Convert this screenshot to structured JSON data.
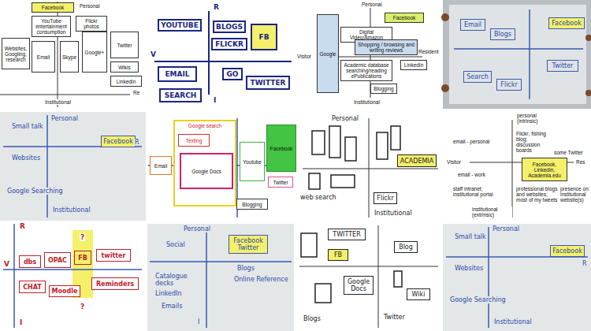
{
  "diagram": {
    "nodes": [
      {
        "text": [
          "Facebook"
        ]
      },
      {
        "text": [
          "YouTube entertainment consumption"
        ]
      },
      {
        "text": [
          "Flickr photos"
        ]
      },
      {
        "text": [
          "Websites, Googling, research"
        ]
      },
      {
        "text": [
          "Email"
        ]
      },
      {
        "text": [
          "Skype"
        ]
      },
      {
        "text": [
          "Google+"
        ]
      },
      {
        "text": [
          "Twitter"
        ]
      },
      {
        "text": [
          "Wikis"
        ]
      },
      {
        "text": [
          "LinkedIn"
        ]
      },
      {
        "text": [
          "YOUTUBE"
        ]
      },
      {
        "text": [
          "BLOGS"
        ]
      },
      {
        "text": [
          "FLICKR"
        ]
      },
      {
        "text": [
          "FB"
        ]
      },
      {
        "text": [
          "GO"
        ]
      },
      {
        "text": [
          "EMAIL"
        ]
      },
      {
        "text": [
          "TWITTER"
        ]
      },
      {
        "text": [
          "SEARCH"
        ]
      },
      {
        "text": [
          "Google"
        ]
      },
      {
        "text": [
          "Facebook"
        ]
      },
      {
        "text": [
          "Digital Video/Amazon"
        ]
      },
      {
        "text": [
          "Shopping / browsing and writing reviews"
        ]
      },
      {
        "text": [
          "Academic database searching/reading ePublications"
        ]
      },
      {
        "text": [
          "LinkedIn"
        ]
      },
      {
        "text": [
          "Blogging"
        ]
      },
      {
        "text": [
          "Facebook"
        ]
      },
      {
        "text": [
          "Twitter"
        ]
      },
      {
        "text": [
          "Email"
        ]
      },
      {
        "text": [
          "Blogs"
        ]
      },
      {
        "text": [
          "Search"
        ]
      },
      {
        "text": [
          "Flickr"
        ]
      },
      {
        "text": [
          "Facebook"
        ]
      },
      {
        "text": [
          "Email"
        ]
      },
      {
        "text": [
          "Google search"
        ]
      },
      {
        "text": [
          "Texting"
        ],
        "in": 33
      },
      {
        "text": [
          "Google Docs"
        ],
        "in": 33
      },
      {
        "text": [
          "Youtube"
        ]
      },
      {
        "text": [
          "Facebook"
        ]
      },
      {
        "text": [
          "Twitter"
        ]
      },
      {
        "text": [
          "Blogging"
        ]
      },
      {
        "text": [
          "ACADEMIA"
        ]
      },
      {
        "text": [
          "Flickr"
        ]
      },
      {
        "text": [
          "Facebook, LinkedIn, Academia.edu"
        ]
      },
      {
        "text": [
          "FB"
        ]
      },
      {
        "text": [
          "twitter"
        ]
      },
      {
        "text": [
          "dbs"
        ]
      },
      {
        "text": [
          "OPAC"
        ]
      },
      {
        "text": [
          "CHAT"
        ]
      },
      {
        "text": [
          "Moodle"
        ]
      },
      {
        "text": [
          "Reminders"
        ]
      },
      {
        "text": [
          "Facebook Twitter"
        ]
      },
      {
        "text": [
          "TWITTER"
        ]
      },
      {
        "text": [
          "FB"
        ]
      },
      {
        "text": [
          "Blog"
        ]
      },
      {
        "text": [
          "Wiki"
        ]
      },
      {
        "text": [
          "Google Docs"
        ]
      },
      {
        "text": [
          "Facebook"
        ]
      }
    ],
    "labels": [
      "Personal",
      "Institutional",
      "Re",
      "R",
      "V",
      "I",
      "Personal",
      "Visitor",
      "Resident",
      "Institutional",
      "Personal",
      "Small talk",
      "R",
      "Websites",
      "Google Searching",
      "Institutional",
      "Personal",
      "web search",
      "Institutional",
      "personal (intrinsic)",
      "email - personal",
      "Flickr; fishing blog; discussion boards",
      "some Twitter",
      "Visitor",
      "Res",
      "email - work",
      "staff intranet; institutional portal",
      "professional blogs and websites; most of my tweets",
      "presence on institutional website(s)",
      "institutional (extrinsic)",
      "R",
      "V",
      "I",
      "?",
      "?",
      "Personal",
      "Social",
      "Blogs",
      "Online Reference",
      "Catalogue decks",
      "LinkedIn",
      "Emails",
      "I",
      "Twitter",
      "Blogs",
      "Personal",
      "Small talk",
      "R",
      "Websites",
      "Google Searching",
      "Institutional"
    ]
  }
}
